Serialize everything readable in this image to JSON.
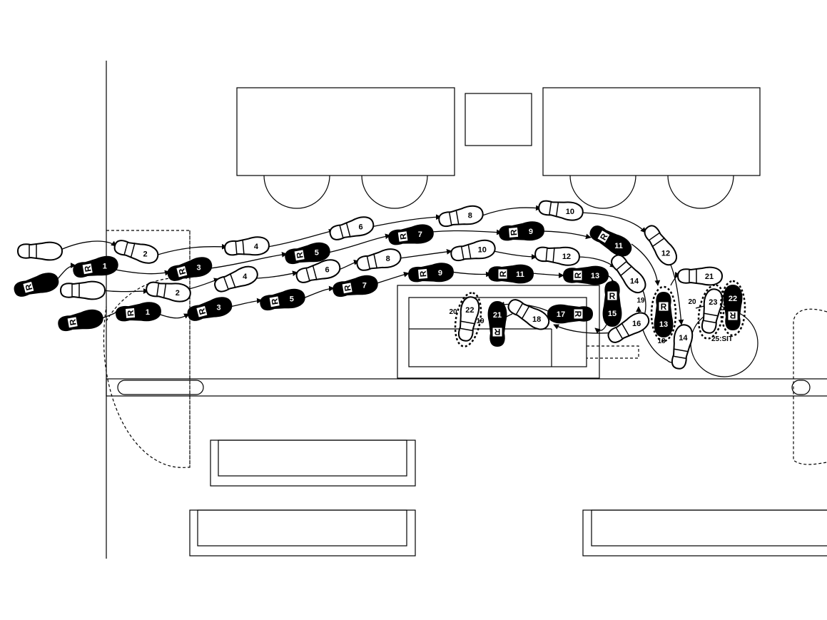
{
  "title": "Footstep path diagram",
  "right_marker": "R",
  "seat_label": "25:SIT",
  "colors": {
    "ink": "#000000",
    "paper": "#ffffff"
  },
  "footsteps": [
    {
      "label": "",
      "foot": "left"
    },
    {
      "label": "2",
      "foot": "left"
    },
    {
      "label": "4",
      "foot": "left"
    },
    {
      "label": "6",
      "foot": "left"
    },
    {
      "label": "8",
      "foot": "left"
    },
    {
      "label": "10",
      "foot": "left"
    },
    {
      "label": "12",
      "foot": "left"
    },
    {
      "label": "14",
      "foot": "left"
    },
    {
      "label": "",
      "foot": "right"
    },
    {
      "label": "1",
      "foot": "right"
    },
    {
      "label": "3",
      "foot": "right"
    },
    {
      "label": "5",
      "foot": "right"
    },
    {
      "label": "7",
      "foot": "right"
    },
    {
      "label": "9",
      "foot": "right"
    },
    {
      "label": "11",
      "foot": "right"
    },
    {
      "label": "13",
      "foot": "right"
    },
    {
      "label": "",
      "foot": "left"
    },
    {
      "label": "2",
      "foot": "left"
    },
    {
      "label": "4",
      "foot": "left"
    },
    {
      "label": "6",
      "foot": "left"
    },
    {
      "label": "8",
      "foot": "left"
    },
    {
      "label": "10",
      "foot": "left"
    },
    {
      "label": "12",
      "foot": "left"
    },
    {
      "label": "14",
      "foot": "left"
    },
    {
      "label": "16",
      "foot": "left"
    },
    {
      "label": "18",
      "foot": "left"
    },
    {
      "label": "22",
      "foot": "left"
    },
    {
      "label": "",
      "foot": "right"
    },
    {
      "label": "1",
      "foot": "right"
    },
    {
      "label": "3",
      "foot": "right"
    },
    {
      "label": "5",
      "foot": "right"
    },
    {
      "label": "7",
      "foot": "right"
    },
    {
      "label": "9",
      "foot": "right"
    },
    {
      "label": "11",
      "foot": "right"
    },
    {
      "label": "13",
      "foot": "right"
    },
    {
      "label": "15",
      "foot": "right"
    },
    {
      "label": "17",
      "foot": "right"
    },
    {
      "label": "21",
      "foot": "right"
    },
    {
      "label": "21",
      "foot": "left"
    },
    {
      "label": "23",
      "foot": "left"
    },
    {
      "label": "22",
      "foot": "right"
    }
  ],
  "pivot_labels": [
    "20",
    "19",
    "19",
    "18",
    "20"
  ]
}
